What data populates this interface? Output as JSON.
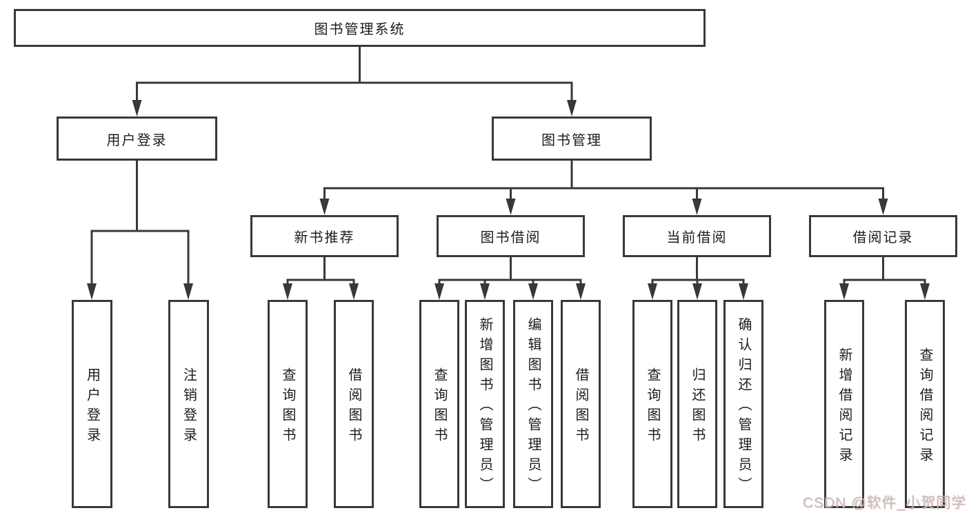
{
  "diagram": {
    "root": {
      "label": "图书管理系统"
    },
    "branches": [
      {
        "label": "用户登录",
        "children": [
          {
            "label": "用户登录"
          },
          {
            "label": "注销登录"
          }
        ]
      },
      {
        "label": "图书管理",
        "groups": [
          {
            "label": "新书推荐",
            "children": [
              {
                "label": "查询图书"
              },
              {
                "label": "借阅图书"
              }
            ]
          },
          {
            "label": "图书借阅",
            "children": [
              {
                "label": "查询图书"
              },
              {
                "label": "新增图书（管理员）"
              },
              {
                "label": "编辑图书（管理员）"
              },
              {
                "label": "借阅图书"
              }
            ]
          },
          {
            "label": "当前借阅",
            "children": [
              {
                "label": "查询图书"
              },
              {
                "label": "归还图书"
              },
              {
                "label": "确认归还（管理员）"
              }
            ]
          },
          {
            "label": "借阅记录",
            "children": [
              {
                "label": "新增借阅记录"
              },
              {
                "label": "查询借阅记录"
              }
            ]
          }
        ]
      }
    ]
  },
  "watermark": {
    "text": "CSDN @软件_小贺同学"
  },
  "colors": {
    "line": "#383838",
    "text": "#1c1c1c",
    "background": "#ffffff",
    "watermark": "#c6c0c0"
  }
}
